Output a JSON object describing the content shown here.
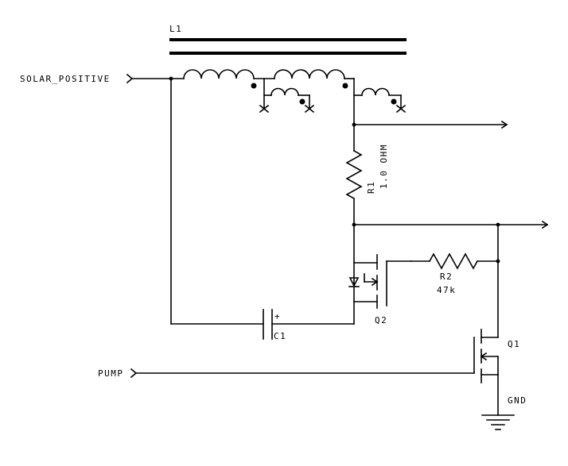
{
  "labels": {
    "inductor": "L1",
    "solar_positive": "SOLAR_POSITIVE",
    "pump": "PUMP",
    "r1_name": "R1",
    "r1_value": "1.0 OHM",
    "r2_name": "R2",
    "r2_value": "47k",
    "c1": "C1",
    "q1": "Q1",
    "q2": "Q2",
    "gnd": "GND",
    "plus": "+"
  }
}
